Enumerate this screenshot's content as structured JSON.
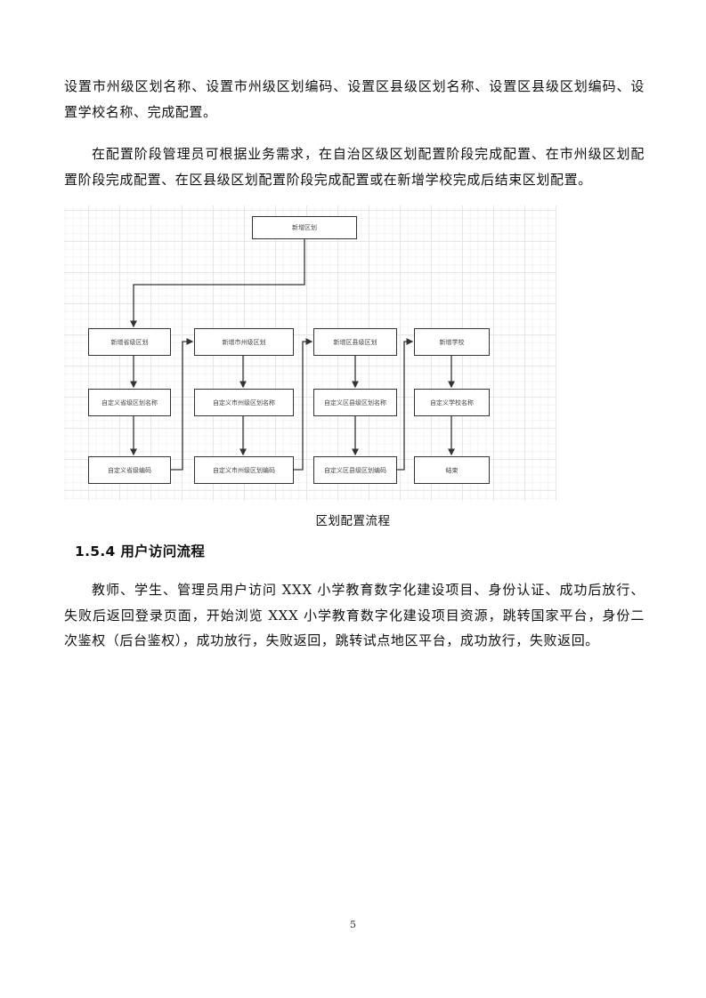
{
  "paragraphs": {
    "p1": "设置市州级区划名称、设置市州级区划编码、设置区县级区划名称、设置区县级区划编码、设置学校名称、完成配置。",
    "p2": "在配置阶段管理员可根据业务需求，在自治区级区划配置阶段完成配置、在市州级区划配置阶段完成配置、在区县级区划配置阶段完成配置或在新增学校完成后结束区划配置。"
  },
  "diagram": {
    "caption": "区划配置流程",
    "top_node": "新增区划",
    "columns": [
      {
        "nodes": [
          "新增省级区划",
          "自定义省级区划名称",
          "自定义省级编码"
        ]
      },
      {
        "nodes": [
          "新增市州级区划",
          "自定义市州级区划名称",
          "自定义市州级区划编码"
        ]
      },
      {
        "nodes": [
          "新增区县级区划",
          "自定义区县级区划名称",
          "自定义区县级区划编码"
        ]
      },
      {
        "nodes": [
          "新增学校",
          "自定义学校名称",
          "结束"
        ]
      }
    ],
    "colors": {
      "stroke": "#333333",
      "grid": "#e6e6e6"
    }
  },
  "section": {
    "number": "1.5.4",
    "title": "1.5.4 用户访问流程",
    "body": "教师、学生、管理员用户访问 XXX 小学教育数字化建设项目、身份认证、成功后放行、失败后返回登录页面，开始浏览 XXX 小学教育数字化建设项目资源，跳转国家平台，身份二次鉴权（后台鉴权），成功放行，失败返回，跳转试点地区平台，成功放行，失败返回。"
  },
  "footer": {
    "page_number": "5"
  }
}
